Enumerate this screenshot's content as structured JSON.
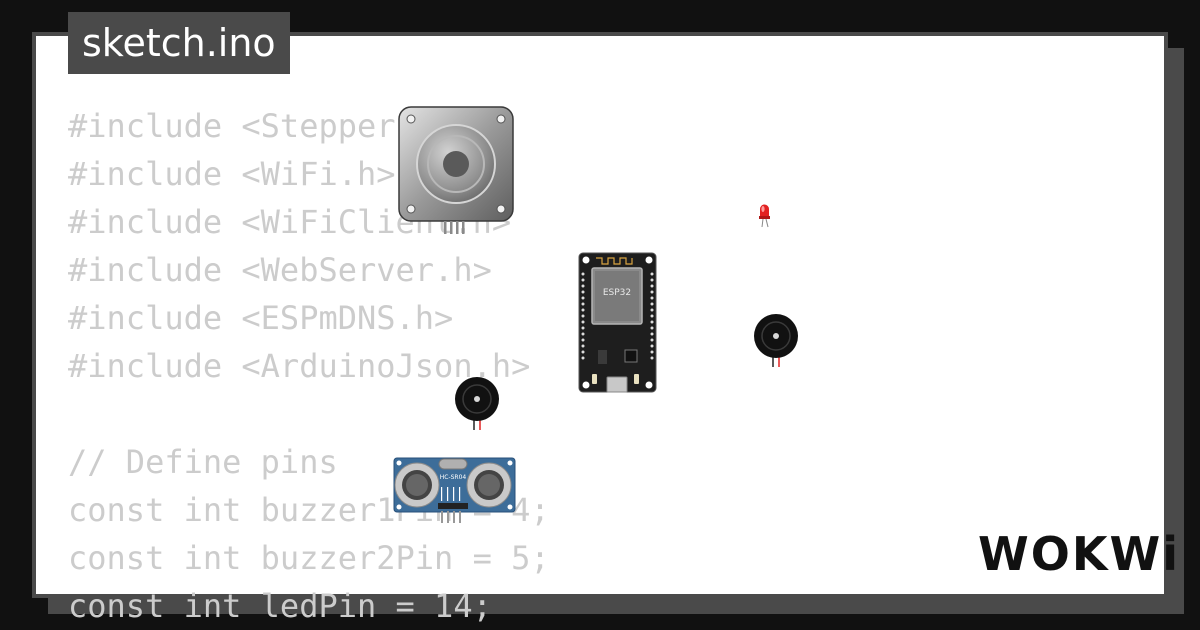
{
  "file_tab": {
    "title": "sketch.ino"
  },
  "code_lines": [
    "#include <Stepper.h>",
    "#include <WiFi.h>",
    "#include <WiFiClient.h>",
    "#include <WebServer.h>",
    "#include <ESPmDNS.h>",
    "#include <ArduinoJson.h>",
    "",
    "// Define pins",
    "const int buzzer1Pin = 4;",
    "const int buzzer2Pin = 5;",
    "const int ledPin = 14;"
  ],
  "components": {
    "esp32_label": "ESP32",
    "ultrasonic_label": "HC-SR04"
  },
  "logo": {
    "text": "WOKWi"
  },
  "colors": {
    "background": "#111111",
    "card": "#ffffff",
    "frame": "#4a4a4a",
    "code_text": "#cccccc",
    "led_red": "#e22222",
    "pcb_blue": "#3d6d99"
  }
}
